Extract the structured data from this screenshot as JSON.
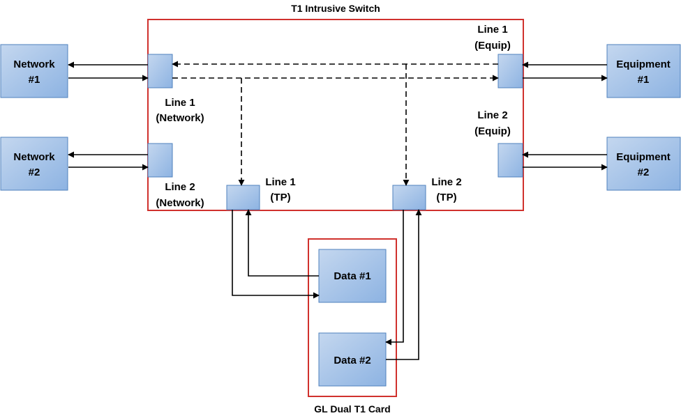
{
  "switch": {
    "title": "T1 Intrusive Switch",
    "border_color": "#d0312d"
  },
  "card": {
    "title": "GL Dual T1 Card",
    "border_color": "#d0312d"
  },
  "colors": {
    "box_fill_light": "#c4d7ef",
    "box_fill_dark": "#8db3e2",
    "box_stroke": "#4f81bd"
  },
  "nodes": {
    "network1": [
      "Network",
      "#1"
    ],
    "network2": [
      "Network",
      "#2"
    ],
    "equipment1": [
      "Equipment",
      "#1"
    ],
    "equipment2": [
      "Equipment",
      "#2"
    ],
    "data1": "Data #1",
    "data2": "Data #2"
  },
  "ports": {
    "line1_network": [
      "Line 1",
      "(Network)"
    ],
    "line2_network": [
      "Line 2",
      "(Network)"
    ],
    "line1_equip": [
      "Line 1",
      "(Equip)"
    ],
    "line2_equip": [
      "Line 2",
      "(Equip)"
    ],
    "line1_tp": [
      "Line 1",
      "(TP)"
    ],
    "line2_tp": [
      "Line 2",
      "(TP)"
    ]
  }
}
